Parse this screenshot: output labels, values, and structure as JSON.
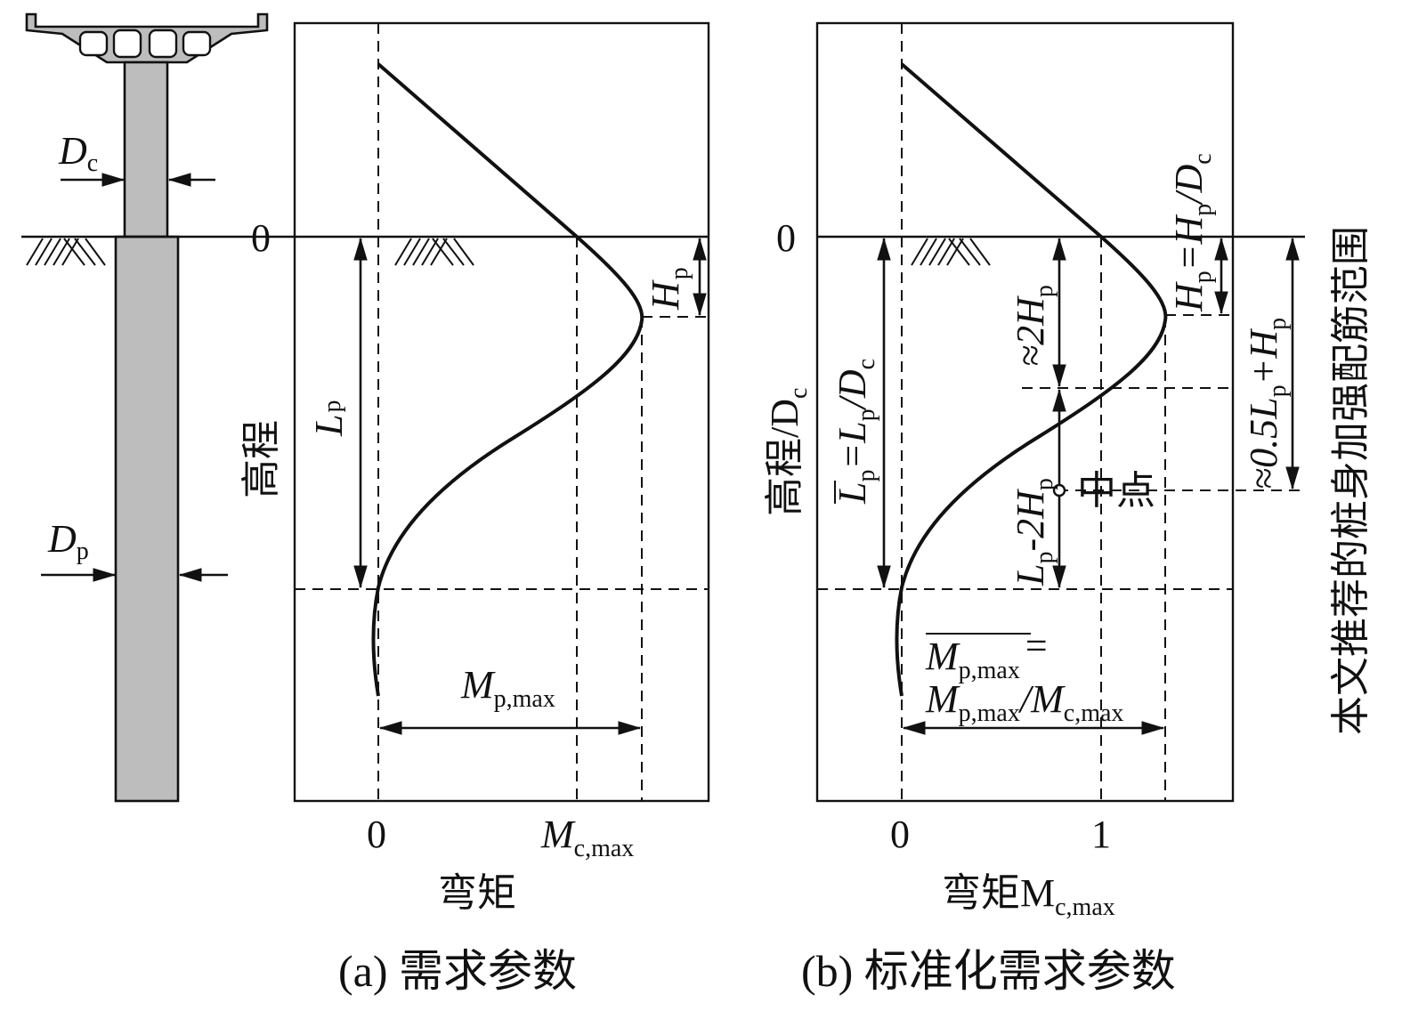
{
  "left_figure": {
    "dc_symbol": "D",
    "dc_sub": "c",
    "dp_symbol": "D",
    "dp_sub": "p"
  },
  "panel_a": {
    "y_zero": "0",
    "y_axis_label": "高程",
    "x_tick_0": "0",
    "x_tick_mc_main": "M",
    "x_tick_mc_sub": "c,max",
    "x_axis_label": "弯矩",
    "lp_main": "L",
    "lp_sub": "p",
    "hp_main": "H",
    "hp_sub": "p",
    "mp_main": "M",
    "mp_sub": "p,max",
    "caption": "(a) 需求参数"
  },
  "panel_b": {
    "y_zero": "0",
    "y_axis_label_main": "高程/D",
    "y_axis_label_sub": "c",
    "x_tick_0": "0",
    "x_tick_1": "1",
    "x_axis_label_main": "弯矩M",
    "x_axis_label_sub": "c,max",
    "lp_bar_text": "L",
    "lp_bar_sub": "p",
    "lp_bar_eq": "=L",
    "lp_bar_eq_sub": "p",
    "lp_bar_div": "/D",
    "lp_bar_div_sub": "c",
    "hp_bar_text": "H",
    "hp_bar_sub": "p",
    "hp_bar_eq": "=H",
    "hp_bar_eq_sub": "p",
    "hp_bar_div": "/D",
    "hp_bar_div_sub": "c",
    "two_hp_text": "≈2H",
    "two_hp_sub": "p",
    "lp_minus_text_a": "L",
    "lp_minus_sub_a": "p",
    "lp_minus_text_b": "-2H",
    "lp_minus_sub_b": "p",
    "midpoint_label": "中点",
    "half_lp_text": "≈0.5L",
    "half_lp_sub": "p",
    "half_lp_plus": "+H",
    "half_lp_plus_sub": "p",
    "mbar_line1": "M",
    "mbar_line1_sub": "p,max",
    "mbar_eq": "=",
    "mbar_line2_a": "M",
    "mbar_line2_a_sub": "p,max",
    "mbar_line2_b": "/M",
    "mbar_line2_b_sub": "c,max",
    "side_note": "本文推荐的桩身加强配筋范围",
    "caption": "(b) 标准化需求参数"
  }
}
